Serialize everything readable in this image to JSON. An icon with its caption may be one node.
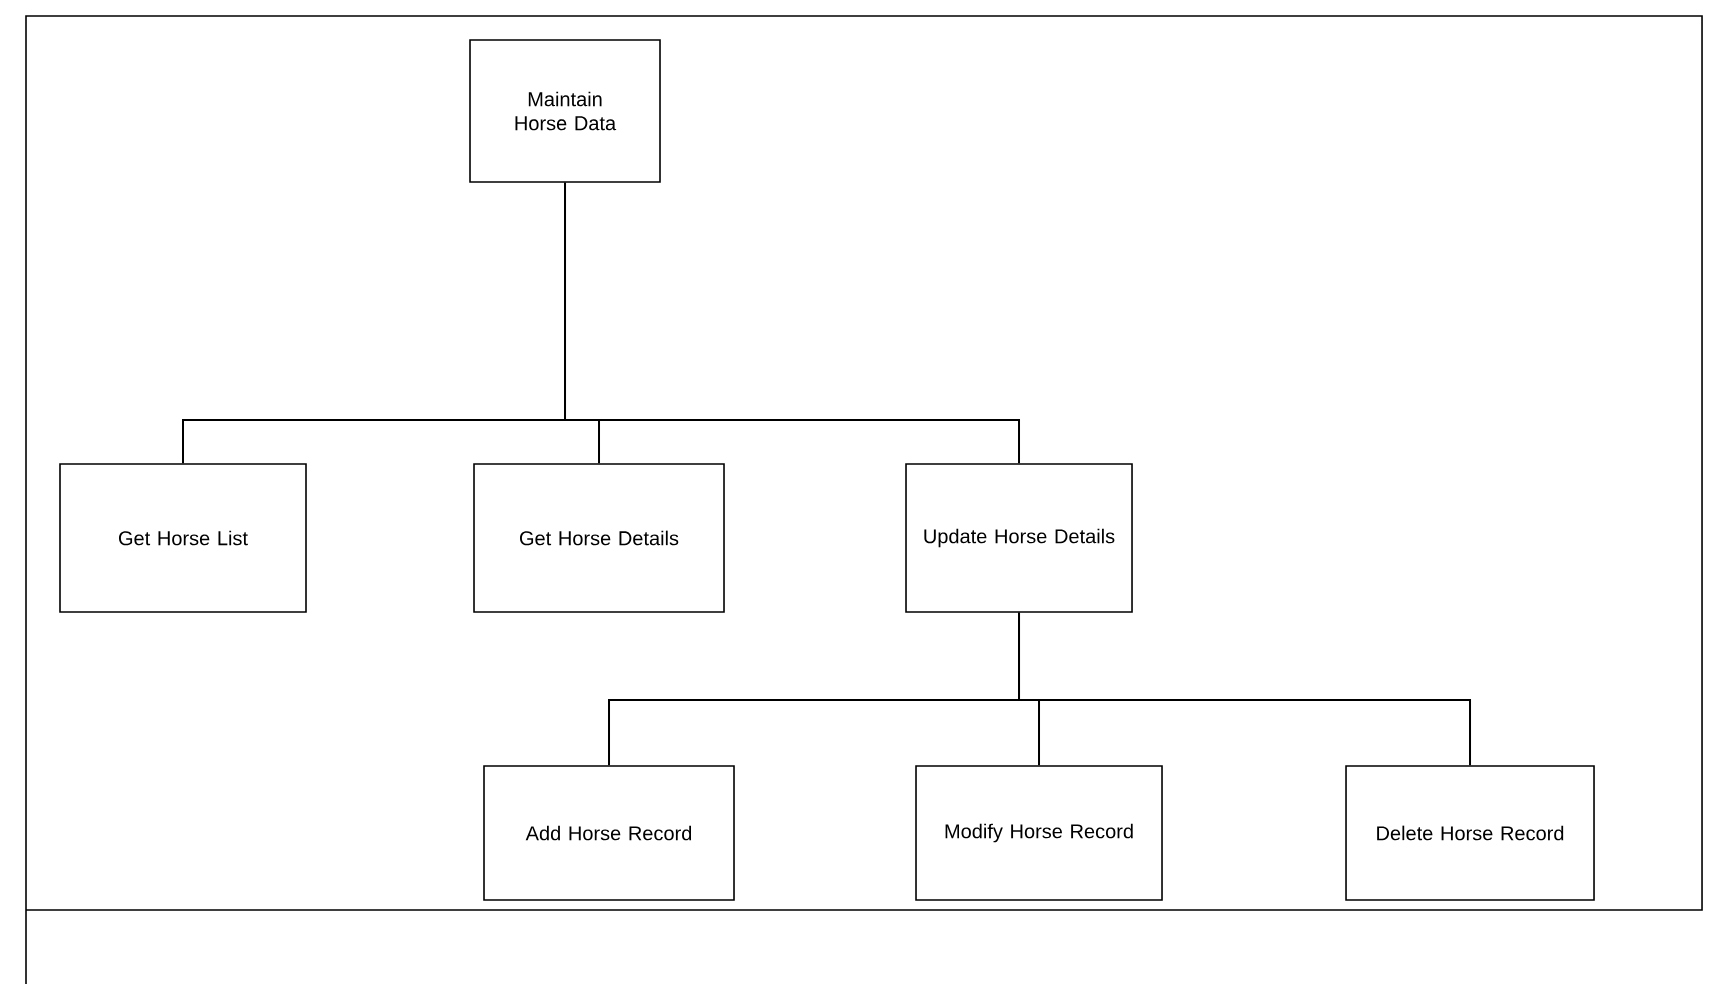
{
  "diagram": {
    "nodes": [
      {
        "text": [
          "Maintain Horse Data"
        ]
      },
      {
        "text": [
          "Get Horse List"
        ]
      },
      {
        "text": [
          "Get Horse Details"
        ]
      },
      {
        "text": [
          "Update Horse Details"
        ]
      },
      {
        "text": [
          "Add Horse Record"
        ]
      },
      {
        "text": [
          "Modify Horse Record"
        ]
      },
      {
        "text": [
          "Delete Horse Record"
        ]
      }
    ],
    "edges": [
      {
        "from": 0,
        "to": 1,
        "arrow": "none"
      },
      {
        "from": 0,
        "to": 2,
        "arrow": "none"
      },
      {
        "from": 0,
        "to": 3,
        "arrow": "none"
      },
      {
        "from": 3,
        "to": 4,
        "arrow": "none"
      },
      {
        "from": 3,
        "to": 5,
        "arrow": "none"
      },
      {
        "from": 3,
        "to": 6,
        "arrow": "none"
      }
    ]
  }
}
